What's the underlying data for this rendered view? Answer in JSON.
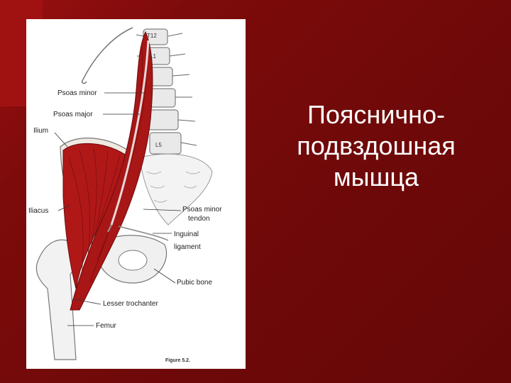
{
  "slide": {
    "title_lines": [
      "Пояснично-",
      "подвздошная",
      "мышца"
    ]
  },
  "figure": {
    "labels": {
      "psoas_minor": "Psoas minor",
      "psoas_major": "Psoas major",
      "ilium": "Ilium",
      "iliacus": "Iliacus",
      "psoas_minor_tendon_1": "Psoas minor",
      "psoas_minor_tendon_2": "tendon",
      "inguinal_1": "Inguinal",
      "inguinal_2": "ligament",
      "pubic_bone": "Pubic bone",
      "lesser_trochanter": "Lesser trochanter",
      "femur": "Femur",
      "t12": "T12",
      "l1": "L1",
      "l5": "L5",
      "caption": "Figure 5.2."
    }
  },
  "colors": {
    "background": "#7b0a0a",
    "muscle": "#b01818",
    "muscle_dark": "#7a0d0d"
  }
}
